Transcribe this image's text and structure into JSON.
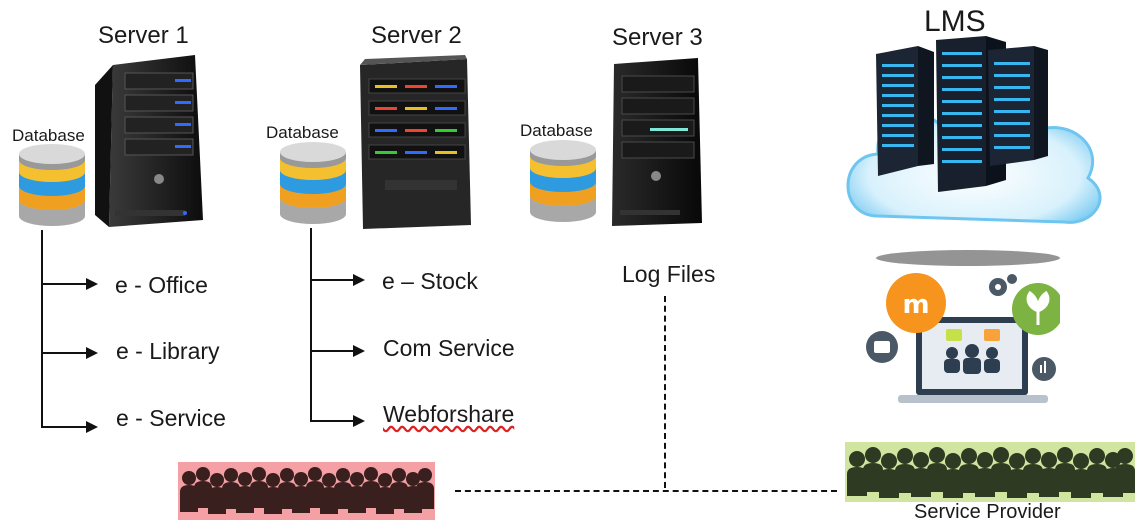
{
  "servers": [
    {
      "title": "Server 1",
      "db_label": "Database",
      "items": [
        "e - Office",
        "e - Library",
        "e - Service"
      ]
    },
    {
      "title": "Server 2",
      "db_label": "Database",
      "items": [
        "e – Stock",
        "Com Service",
        "Webforshare"
      ]
    },
    {
      "title": "Server 3",
      "db_label": "Database",
      "items": []
    }
  ],
  "log_files_label": "Log Files",
  "lms_title": "LMS",
  "service_provider_label": "Service Provider",
  "colors": {
    "user_crowd_bg": "#f4a0a4",
    "provider_crowd_bg": "#cfe5a0",
    "person_dark": "#3a1f1f",
    "provider_person": "#2f3a22",
    "server_body": "#1e1e1e",
    "server_blue_led": "#2f6bff",
    "cloud_blue": "#6ec6f0",
    "moodle_orange": "#f7941d",
    "leaf_green": "#7cb342"
  },
  "icons": [
    "database-icon",
    "server-icon",
    "cloud-icon",
    "elearning-laptop-icon",
    "people-group-icon",
    "moodle-logo-icon",
    "leaf-icon",
    "gear-icon",
    "briefcase-icon",
    "chart-icon"
  ]
}
